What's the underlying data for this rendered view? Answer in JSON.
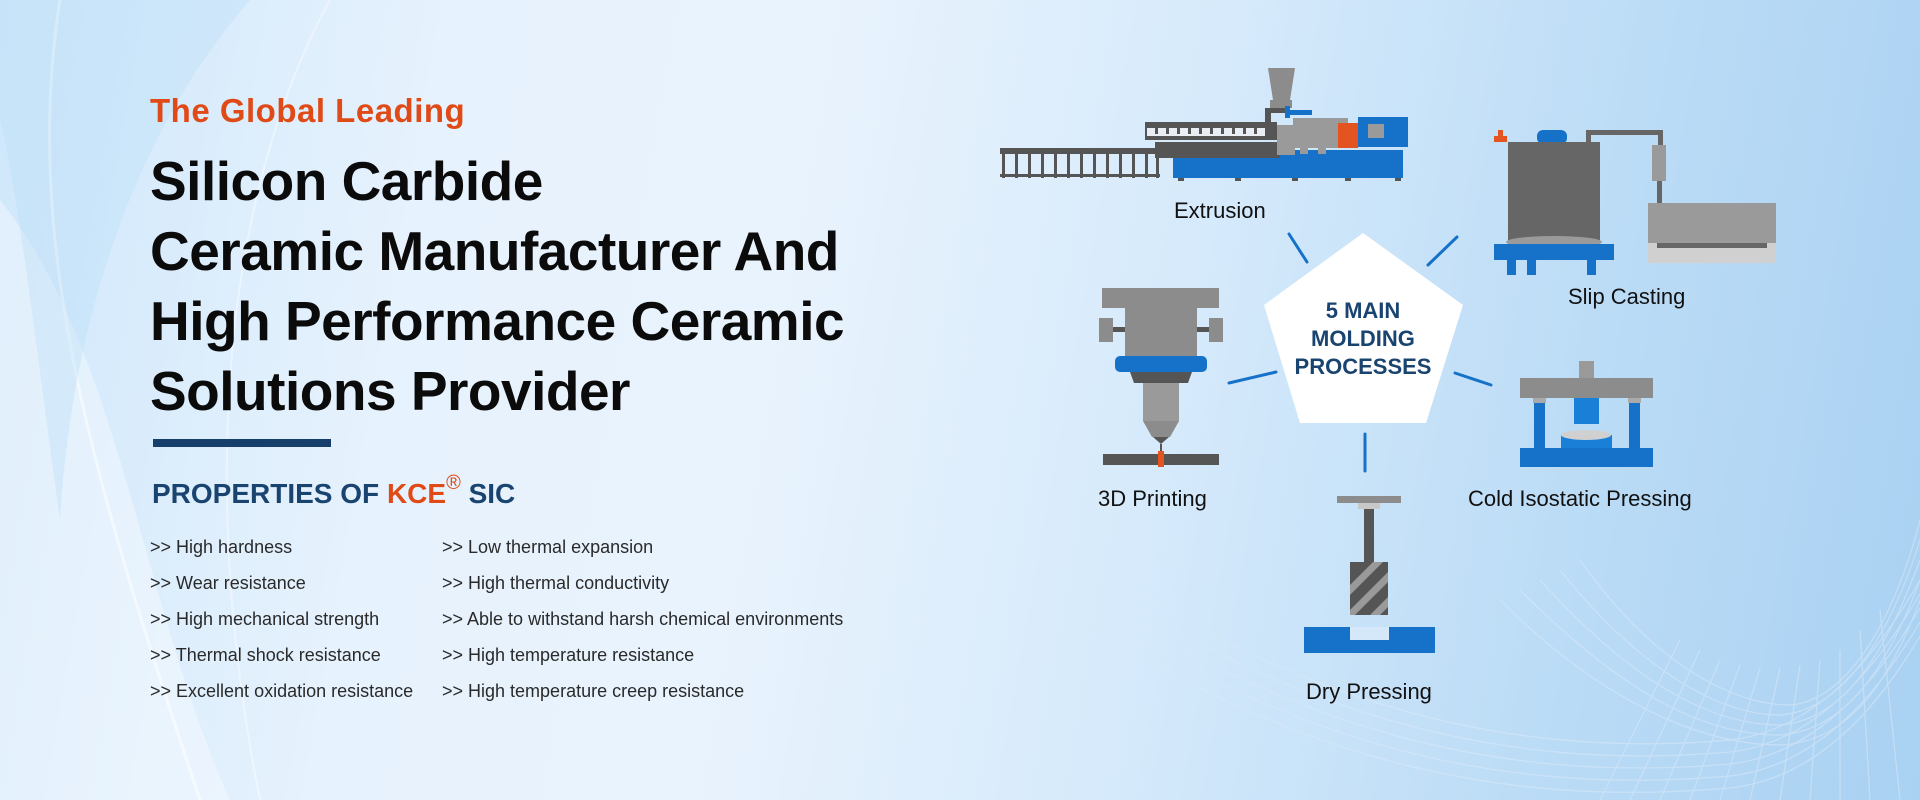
{
  "hero": {
    "kicker": "The Global Leading",
    "title_lines": [
      "Silicon Carbide",
      "Ceramic Manufacturer And",
      "High Performance Ceramic",
      "Solutions Provider"
    ]
  },
  "properties": {
    "heading_prefix": "PROPERTIES OF ",
    "brand": "KCE",
    "registered_mark": "®",
    "heading_suffix": " SIC",
    "column_1": [
      ">> High hardness",
      ">> Wear resistance",
      ">> High mechanical strength",
      ">> Thermal shock resistance",
      ">> Excellent oxidation resistance"
    ],
    "column_2": [
      ">> Low thermal expansion",
      ">> High thermal conductivity",
      ">> Able to withstand harsh chemical environments",
      ">> High temperature resistance",
      ">> High temperature creep resistance"
    ]
  },
  "diagram": {
    "center_lines": [
      "5 MAIN",
      "MOLDING",
      "PROCESSES"
    ],
    "processes": [
      {
        "label": "Extrusion",
        "icon": "extrusion-machine-icon"
      },
      {
        "label": "Slip Casting",
        "icon": "slip-casting-icon"
      },
      {
        "label": "3D Printing",
        "icon": "3d-printer-icon"
      },
      {
        "label": "Cold Isostatic Pressing",
        "icon": "isostatic-press-icon"
      },
      {
        "label": "Dry Pressing",
        "icon": "dry-press-icon"
      }
    ]
  },
  "colors": {
    "accent_orange": "#e04a17",
    "navy": "#1a4470",
    "machine_blue": "#1572c8",
    "machine_gray": "#8c8c8c",
    "machine_dark": "#555555"
  }
}
